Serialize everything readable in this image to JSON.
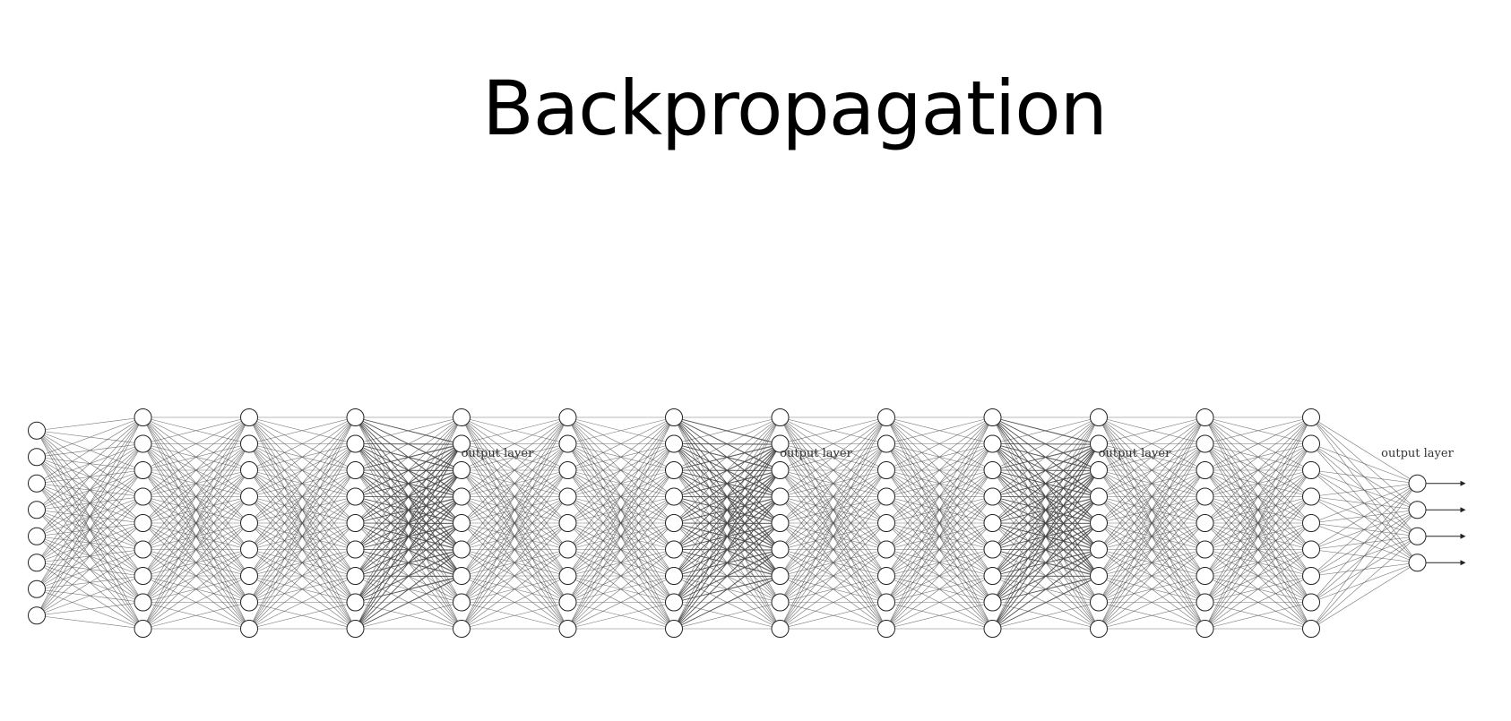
{
  "slide": {
    "title": "Backpropagation"
  },
  "diagram": {
    "layer_label": "output layer",
    "layers": [
      {
        "neurons": 8
      },
      {
        "neurons": 9
      },
      {
        "neurons": 9
      },
      {
        "neurons": 9
      },
      {
        "neurons": 9
      },
      {
        "neurons": 9
      },
      {
        "neurons": 9
      },
      {
        "neurons": 9
      },
      {
        "neurons": 9
      },
      {
        "neurons": 9
      },
      {
        "neurons": 9
      },
      {
        "neurons": 9
      },
      {
        "neurons": 9
      },
      {
        "neurons": 4
      }
    ],
    "overlaid_output_layers": [
      {
        "after_layer": 3,
        "label": "output layer",
        "neurons": 6
      },
      {
        "after_layer": 6,
        "label": "output layer",
        "neurons": 6
      },
      {
        "after_layer": 9,
        "label": "output layer",
        "neurons": 6
      }
    ],
    "final_output_label": "output layer",
    "outputs": 4,
    "colors": {
      "stroke": "#222222",
      "edge": "#444444",
      "node_fill": "#ffffff"
    }
  }
}
